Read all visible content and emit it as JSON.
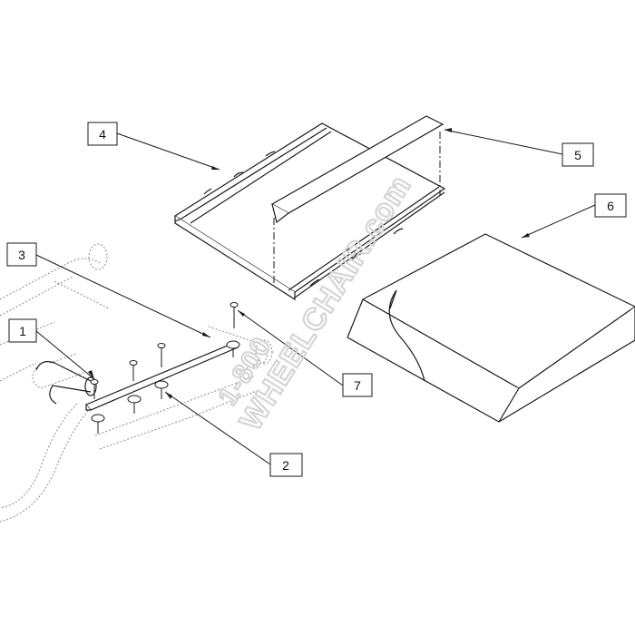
{
  "callouts": [
    {
      "id": "1",
      "label": "1"
    },
    {
      "id": "2",
      "label": "2"
    },
    {
      "id": "3",
      "label": "3"
    },
    {
      "id": "4",
      "label": "4"
    },
    {
      "id": "5",
      "label": "5"
    },
    {
      "id": "6",
      "label": "6"
    },
    {
      "id": "7",
      "label": "7"
    }
  ],
  "watermark": {
    "line1": "1-800",
    "line2": "WHEELCHAIR.com"
  },
  "colors": {
    "line": "#1a1a1a",
    "hidden_line": "#8a8a8a",
    "watermark": "#d6d6d6"
  }
}
